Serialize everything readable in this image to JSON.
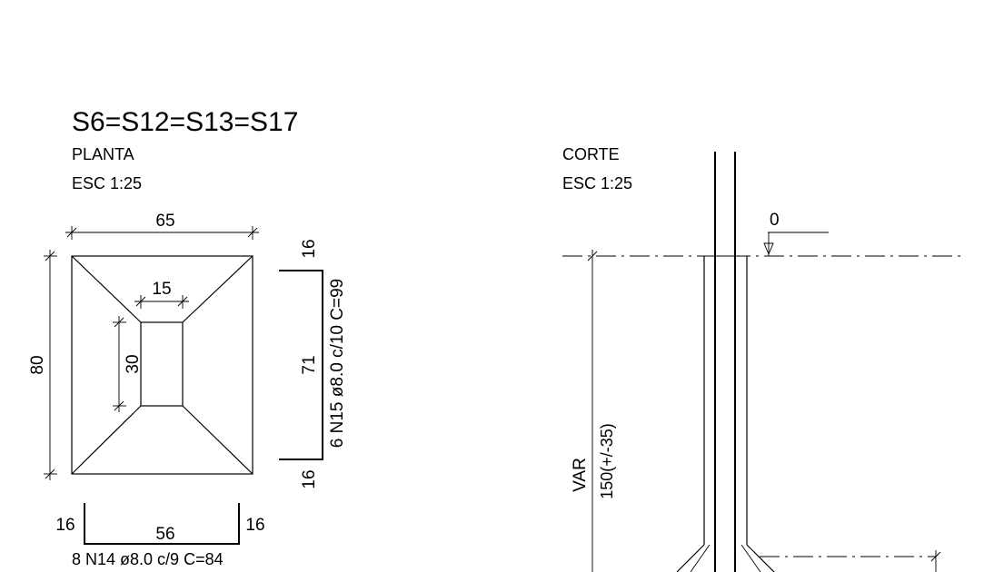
{
  "drawing": {
    "title": "S6=S12=S13=S17",
    "plan": {
      "view_label": "PLANTA",
      "scale": "ESC 1:25",
      "width_dim": "65",
      "height_dim": "80",
      "column_width_dim": "15",
      "column_height_dim": "30"
    },
    "rebar_vertical": {
      "top_hook": "16",
      "length": "71",
      "bottom_hook": "16",
      "spec": "6 N15 ø8.0 c/10 C=99"
    },
    "rebar_horizontal": {
      "left_hook": "16",
      "length": "56",
      "right_hook": "16",
      "spec": "8 N14 ø8.0 c/9 C=84"
    },
    "section": {
      "view_label": "CORTE",
      "scale": "ESC 1:25",
      "level_mark": "0",
      "depth_label": "VAR",
      "depth_value": "150(+/-35)"
    }
  }
}
